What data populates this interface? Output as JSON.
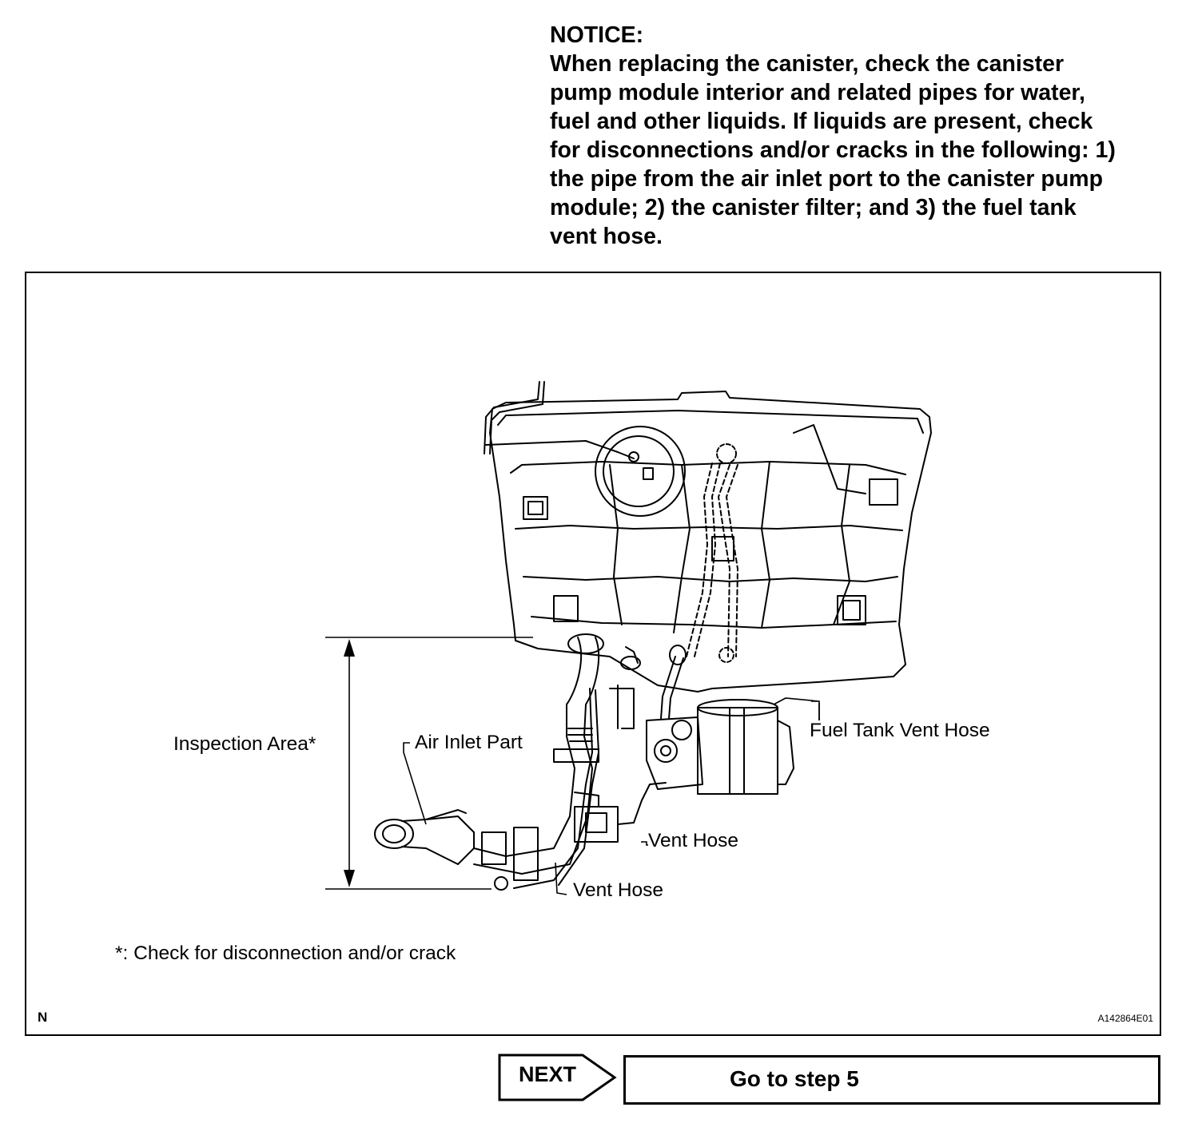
{
  "notice": {
    "title": "NOTICE:",
    "lines": [
      "When replacing the canister, check the canister",
      "pump module interior and related pipes for water,",
      "fuel and other liquids. If liquids are present, check",
      "for disconnections and/or cracks in the following: 1)",
      "the pipe from the air inlet port to the canister pump",
      "module; 2) the canister filter; and 3) the fuel tank",
      "vent hose."
    ]
  },
  "figure": {
    "labels": {
      "inspection_area": "Inspection Area*",
      "air_inlet_part": "Air Inlet Part",
      "fuel_tank_vent_hose": "Fuel Tank Vent Hose",
      "vent_hose_right": "Vent Hose",
      "vent_hose_bottom": "Vent Hose"
    },
    "footnote": "*: Check for disconnection and/or crack",
    "corner_mark": "N",
    "figure_id": "A142864E01"
  },
  "navigation": {
    "next_label": "NEXT",
    "goto_label": "Go to step 5"
  }
}
